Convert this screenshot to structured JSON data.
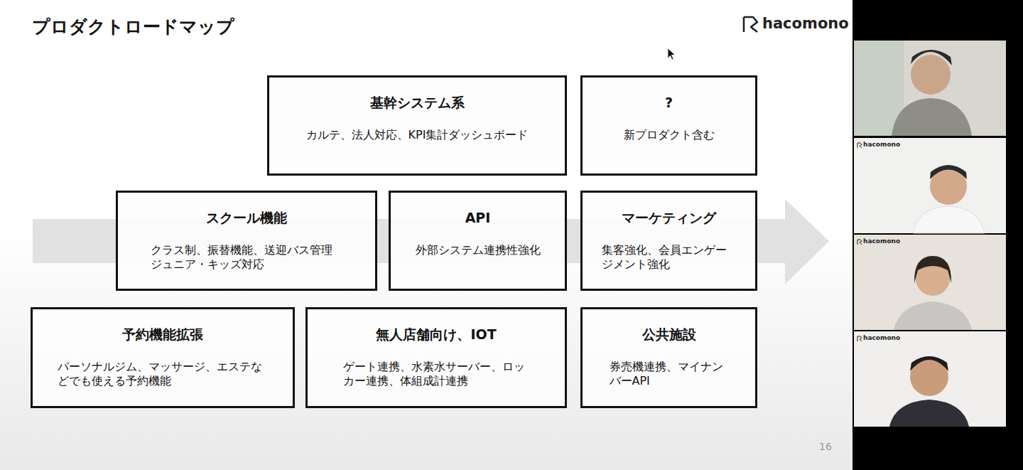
{
  "diagram": {
    "title": "プロダクトロードマップ",
    "nodes": [
      {
        "text": [
          "基幹システム系",
          "カルテ、法人対応、KPI集計ダッシュボード"
        ]
      },
      {
        "text": [
          "?",
          "新プロダクト含む"
        ]
      },
      {
        "text": [
          "スクール機能",
          "クラス制、振替機能、送迎バス管理 ジュニア・キッズ対応"
        ]
      },
      {
        "text": [
          "API",
          "外部システム連携性強化"
        ]
      },
      {
        "text": [
          "マーケティング",
          "集客強化、会員エンゲージメント強化"
        ]
      },
      {
        "text": [
          "予約機能拡張",
          "パーソナルジム、マッサージ、エステなどでも使える予約機能"
        ]
      },
      {
        "text": [
          "無人店舗向け、IOT",
          "ゲート連携、水素水サーバー、ロッカー連携、体組成計連携"
        ]
      },
      {
        "text": [
          "公共施設",
          "券売機連携、マイナンバーAPI"
        ]
      }
    ],
    "labels": [
      "hacomono",
      "16",
      "hacomono",
      "hacomono",
      "hacomono"
    ]
  }
}
